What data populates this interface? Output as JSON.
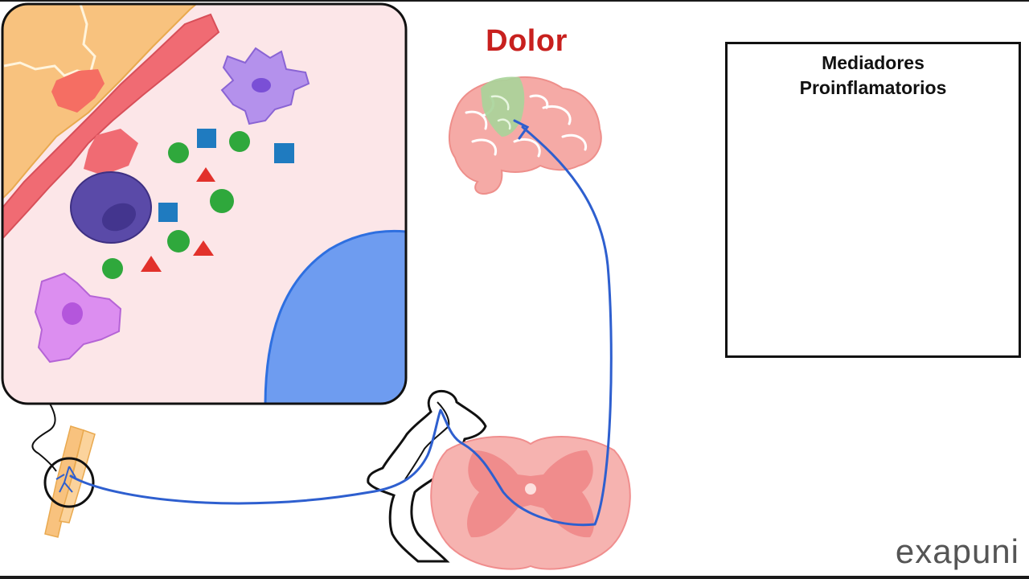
{
  "labels": {
    "pain": "Dolor",
    "mediators_title_line1": "Mediadores",
    "mediators_title_line2": "Proinflamatorios",
    "brand": "exapuni"
  },
  "colors": {
    "tissue_background": "#fce6e8",
    "blood_vessel": "#f06b73",
    "adipose_tissue": "#f8c27e",
    "lymphocyte": "#5a4aa8",
    "macrophage": "#dc8ef0",
    "dendritic_cell": "#b491ec",
    "nerve_ending": "#6e9cf0",
    "nerve_fiber": "#2e5fcf",
    "spinal_cord": "#f5a0a0",
    "brain": "#f5aaa6",
    "cortex_highlight": "#a9d49a",
    "mediator_circle": "#2fa83c",
    "mediator_square": "#1f7bc0",
    "mediator_triangle": "#e2312b",
    "pain_label": "#c8201e",
    "brand": "#555555"
  }
}
